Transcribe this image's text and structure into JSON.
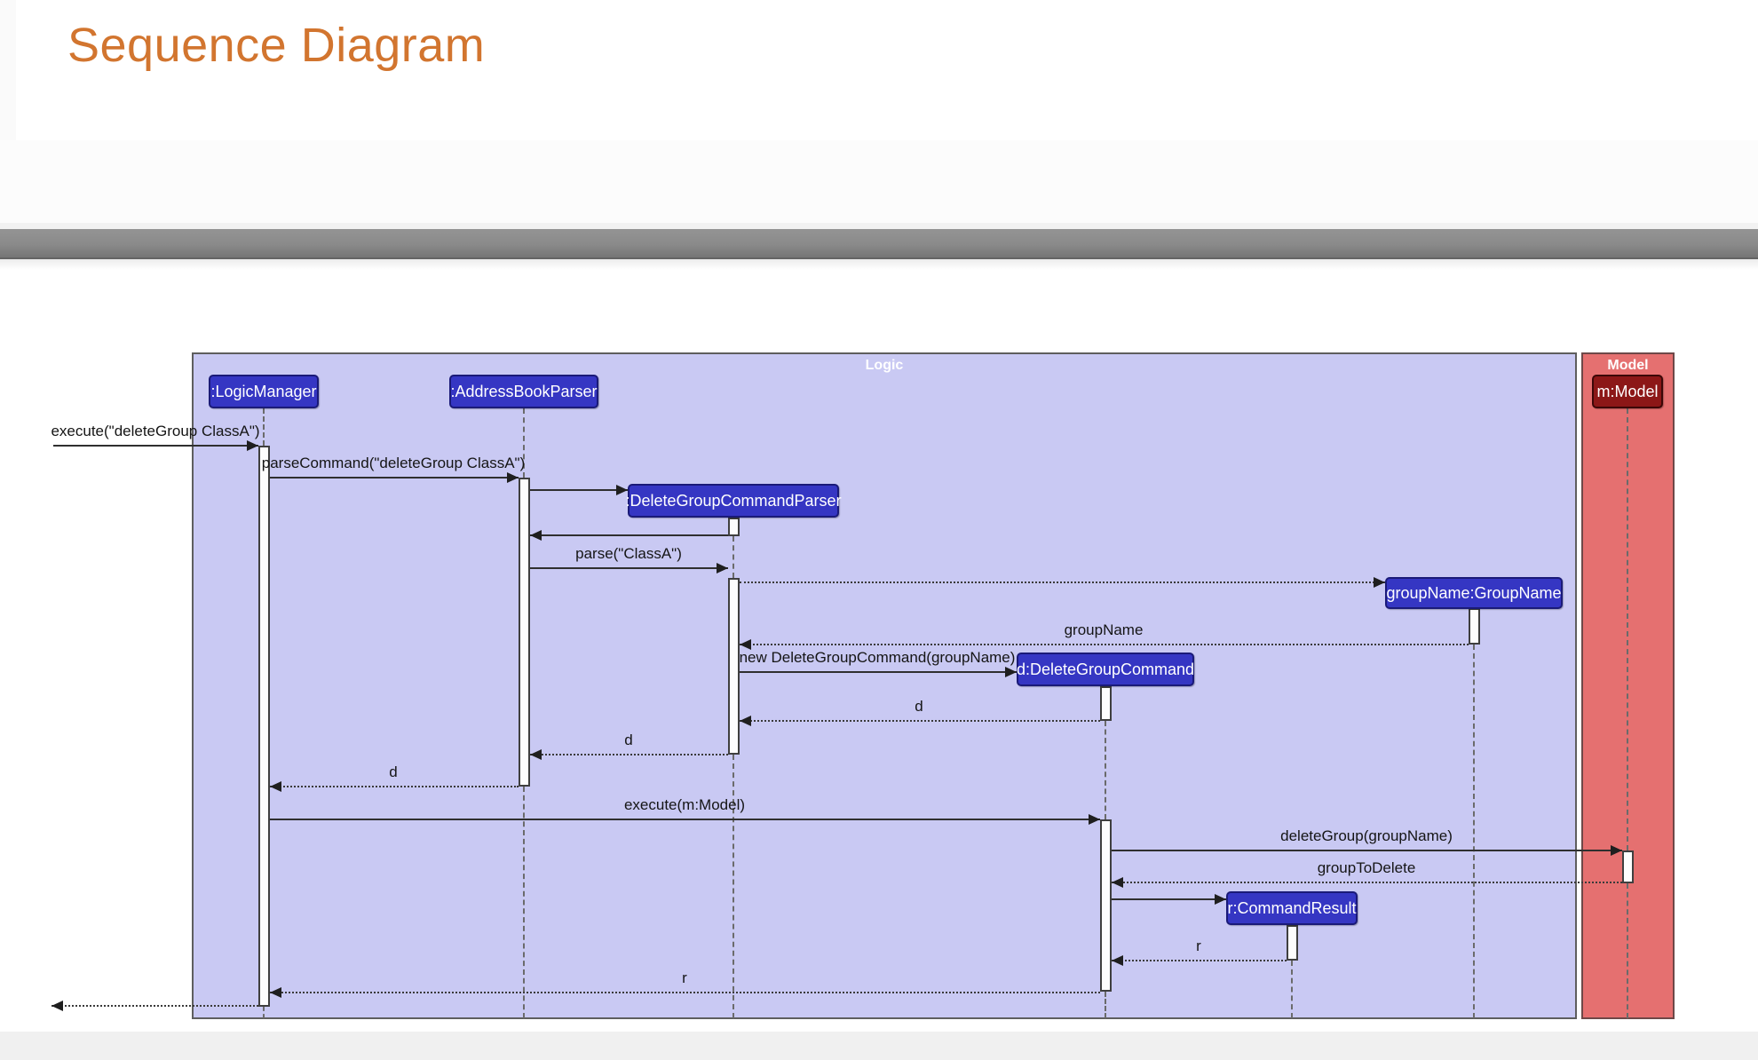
{
  "page": {
    "title": "Sequence Diagram"
  },
  "colors": {
    "title_text": "#d2752f",
    "divider_bar": "#8a8a8a",
    "logic_frame_fill": "#c9c9f3",
    "model_frame_fill": "#e57070",
    "frame_border": "#5e5e5e",
    "participant_fill": "#3536c3",
    "model_participant_fill": "#8c1717",
    "participant_text": "#ffffff",
    "activation_fill": "#fdfdfd",
    "line_color": "#2f2f2f"
  },
  "diagram": {
    "frames": [
      {
        "id": "logic",
        "label": "Logic",
        "fill": "#c9c9f3"
      },
      {
        "id": "model",
        "label": "Model",
        "fill": "#e57070"
      }
    ],
    "participants": [
      {
        "id": "logic-manager",
        "label": ":LogicManager"
      },
      {
        "id": "address-book-parser",
        "label": ":AddressBookParser"
      },
      {
        "id": "delete-group-command-parser",
        "label": ":DeleteGroupCommandParser"
      },
      {
        "id": "group-name",
        "label": "groupName:GroupName"
      },
      {
        "id": "delete-group-command",
        "label": "d:DeleteGroupCommand"
      },
      {
        "id": "command-result",
        "label": "r:CommandResult"
      },
      {
        "id": "model-object",
        "label": "m:Model"
      }
    ],
    "messages": [
      {
        "from": "caller",
        "to": "logic-manager",
        "label": "execute(\"deleteGroup ClassA\")",
        "style": "solid",
        "kind": "call"
      },
      {
        "from": "logic-manager",
        "to": "address-book-parser",
        "label": "parseCommand(\"deleteGroup ClassA\")",
        "style": "solid",
        "kind": "call"
      },
      {
        "from": "address-book-parser",
        "to": "delete-group-command-parser",
        "label": "",
        "style": "solid",
        "kind": "create"
      },
      {
        "from": "delete-group-command-parser",
        "to": "address-book-parser",
        "label": "",
        "style": "solid",
        "kind": "return"
      },
      {
        "from": "address-book-parser",
        "to": "delete-group-command-parser",
        "label": "parse(\"ClassA\")",
        "style": "solid",
        "kind": "call"
      },
      {
        "from": "delete-group-command-parser",
        "to": "group-name",
        "label": "",
        "style": "dotted",
        "kind": "create"
      },
      {
        "from": "group-name",
        "to": "delete-group-command-parser",
        "label": "groupName",
        "style": "dotted",
        "kind": "return"
      },
      {
        "from": "delete-group-command-parser",
        "to": "delete-group-command",
        "label": "new DeleteGroupCommand(groupName)",
        "style": "solid",
        "kind": "create"
      },
      {
        "from": "delete-group-command",
        "to": "delete-group-command-parser",
        "label": "d",
        "style": "dotted",
        "kind": "return"
      },
      {
        "from": "delete-group-command-parser",
        "to": "address-book-parser",
        "label": "d",
        "style": "dotted",
        "kind": "return"
      },
      {
        "from": "address-book-parser",
        "to": "logic-manager",
        "label": "d",
        "style": "dotted",
        "kind": "return"
      },
      {
        "from": "logic-manager",
        "to": "delete-group-command",
        "label": "execute(m:Model)",
        "style": "solid",
        "kind": "call"
      },
      {
        "from": "delete-group-command",
        "to": "model-object",
        "label": "deleteGroup(groupName)",
        "style": "solid",
        "kind": "call"
      },
      {
        "from": "model-object",
        "to": "delete-group-command",
        "label": "groupToDelete",
        "style": "dotted",
        "kind": "return"
      },
      {
        "from": "delete-group-command",
        "to": "command-result",
        "label": "",
        "style": "solid",
        "kind": "create"
      },
      {
        "from": "command-result",
        "to": "delete-group-command",
        "label": "r",
        "style": "dotted",
        "kind": "return"
      },
      {
        "from": "delete-group-command",
        "to": "logic-manager",
        "label": "r",
        "style": "dotted",
        "kind": "return"
      },
      {
        "from": "logic-manager",
        "to": "caller",
        "label": "",
        "style": "dotted",
        "kind": "return"
      }
    ]
  }
}
